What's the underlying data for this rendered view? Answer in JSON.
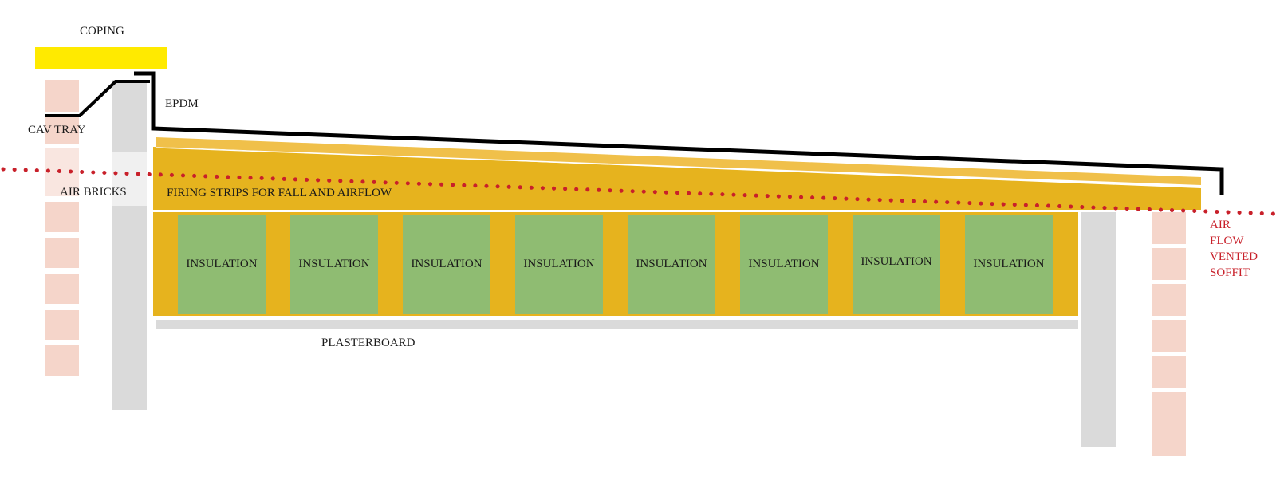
{
  "labels": {
    "coping": "COPING",
    "epdm": "EPDM",
    "cav_tray": "CAV TRAY",
    "air_bricks": "AIR BRICKS",
    "firing_strips": "FIRING STRIPS FOR FALL AND AIRFLOW",
    "plasterboard": "PLASTERBOARD",
    "airflow_soffit": [
      "AIR",
      "FLOW",
      "VENTED",
      "SOFFIT"
    ]
  },
  "insulation": [
    "INSULATION",
    "INSULATION",
    "INSULATION",
    "INSULATION",
    "INSULATION",
    "INSULATION",
    "INSULATION",
    "INSULATION"
  ],
  "colors": {
    "coping": "#ffea00",
    "timber": "#e6b31e",
    "firing_strip_top": "#f0c04a",
    "insulation": "#8fbc72",
    "wall": "#dadada",
    "brick": "#f5d5ca",
    "membrane": "#000000",
    "airflow": "#c8202a"
  }
}
